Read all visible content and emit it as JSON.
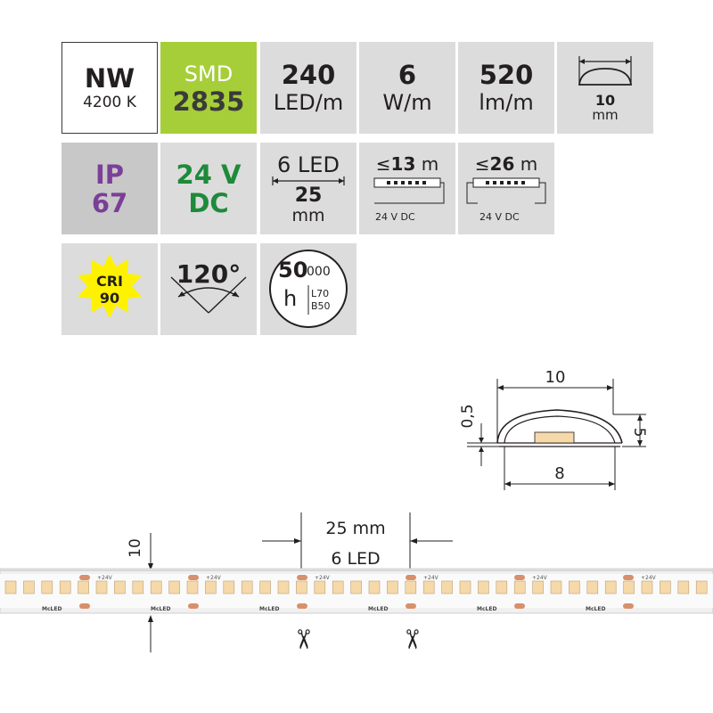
{
  "tiles": {
    "color_temp": {
      "code": "NW",
      "kelvin": "4200 K"
    },
    "chip": {
      "label": "SMD",
      "model": "2835"
    },
    "density": {
      "value": "240",
      "unit": "LED/m"
    },
    "power": {
      "value": "6",
      "unit": "W/m"
    },
    "flux": {
      "value": "520",
      "unit": "lm/m"
    },
    "width": {
      "value": "10",
      "unit": "mm"
    },
    "ip": {
      "prefix": "IP",
      "value": "67"
    },
    "voltage": {
      "value": "24 V",
      "type": "DC"
    },
    "cut_segment": {
      "leds": "6 LED",
      "length": "25",
      "unit": "mm"
    },
    "run_single": {
      "symbol": "≤",
      "value": "13",
      "unit": "m",
      "supply": "24 V DC"
    },
    "run_double": {
      "symbol": "≤",
      "value": "26",
      "unit": "m",
      "supply": "24 V DC"
    },
    "cri": {
      "label": "CRI",
      "value": "90"
    },
    "beam": {
      "angle": "120°"
    },
    "lifetime": {
      "hours": "50",
      "zeros": "000",
      "unit": "h",
      "l": "L70",
      "b": "B50"
    }
  },
  "profile": {
    "width": "10",
    "inner": "8",
    "height": "5",
    "wall": "0,5"
  },
  "strip": {
    "segment_length": "25 mm",
    "segment_leds": "6 LED",
    "height": "10",
    "brand": "McLED",
    "polarity": "+24V"
  },
  "colors": {
    "tile_bg": "#dcdcdc",
    "smd_green": "#a6ce39",
    "ip_purple": "#7b3f98",
    "dc_green": "#1e8a3a",
    "cri_yellow": "#fff200",
    "led_amber": "#f6d9a8"
  }
}
